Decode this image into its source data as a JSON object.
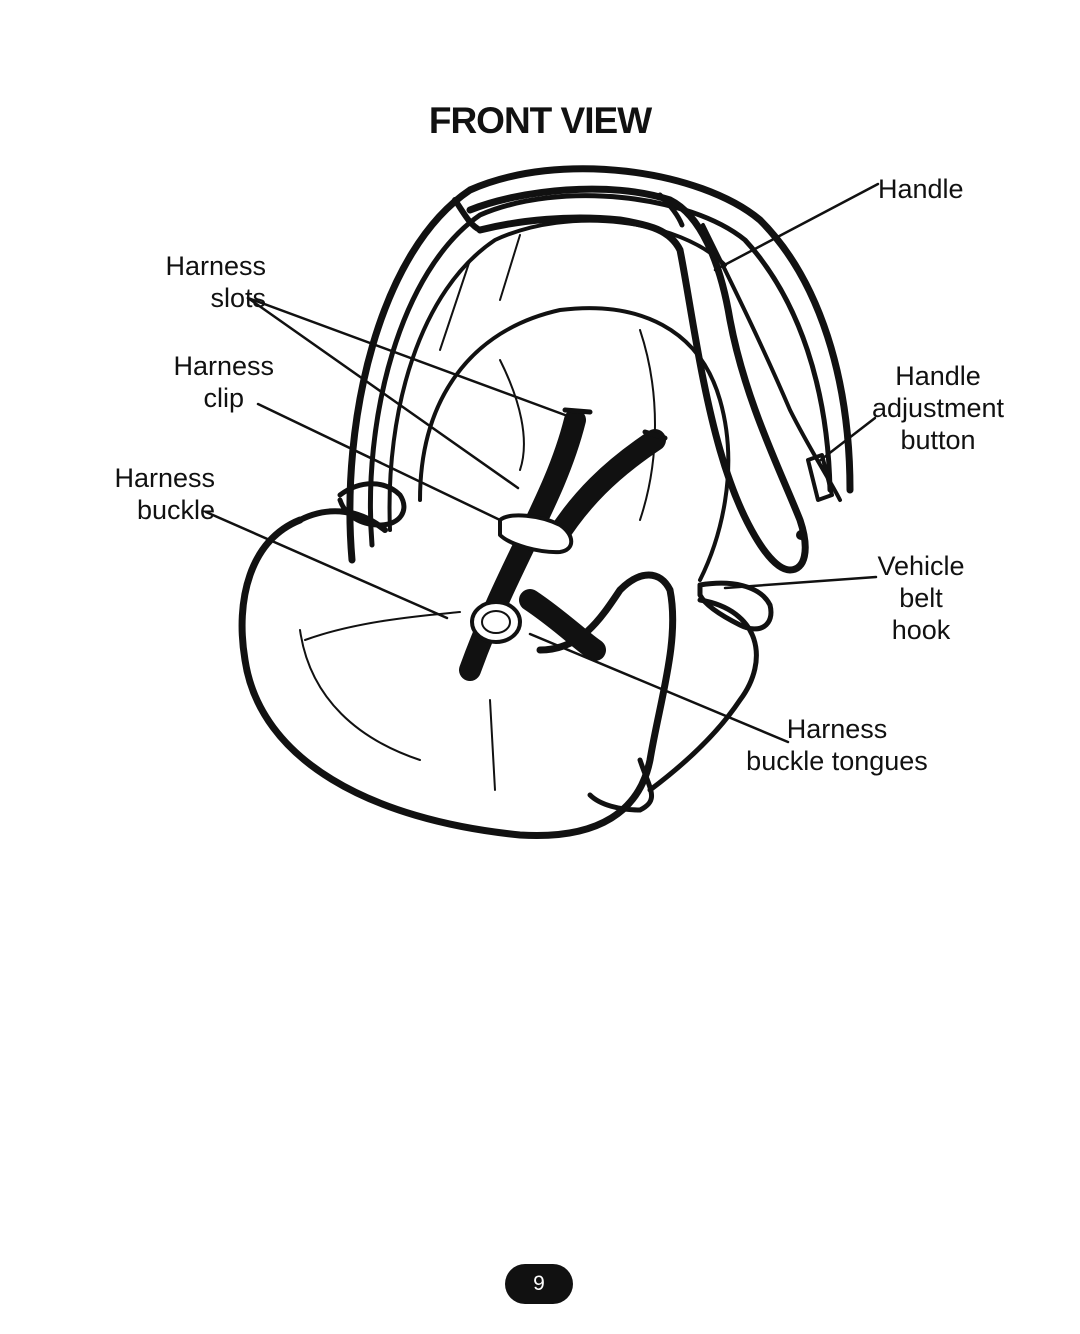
{
  "title": "FRONT VIEW",
  "labels": {
    "harness_slots": [
      "Harness",
      "slots"
    ],
    "harness_clip": [
      "Harness",
      "clip"
    ],
    "harness_buckle": [
      "Harness",
      "buckle"
    ],
    "handle": "Handle",
    "handle_adjustment_button": [
      "Handle",
      "adjustment",
      "button"
    ],
    "vehicle_belt_hook": [
      "Vehicle",
      "belt",
      "hook"
    ],
    "harness_buckle_tongues": [
      "Harness",
      "buckle tongues"
    ]
  },
  "page_number": "9",
  "colors": {
    "ink": "#111111",
    "paper": "#ffffff"
  }
}
